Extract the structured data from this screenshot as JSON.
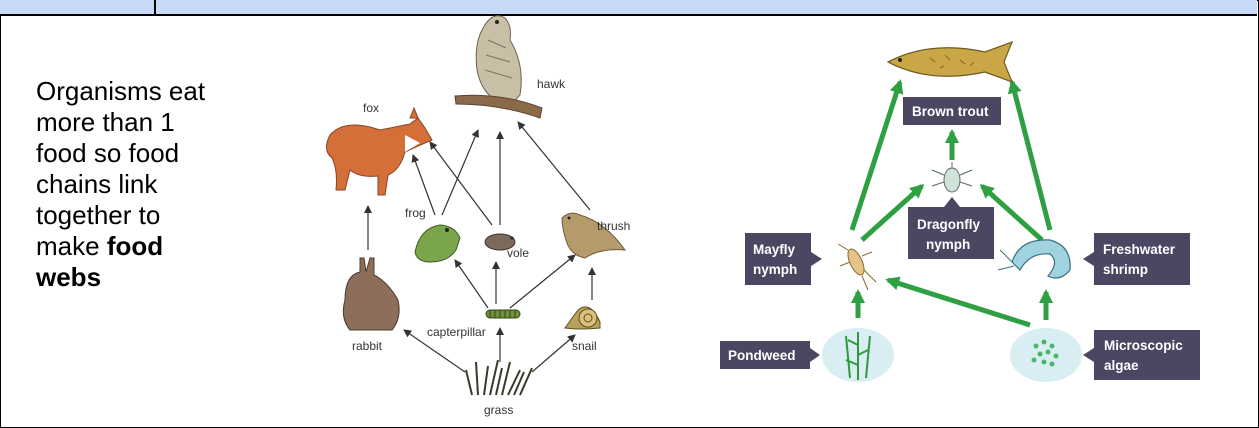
{
  "text": {
    "line1": "Organisms eat",
    "line2": "more than 1",
    "line3": "food so food",
    "line4": "chains link",
    "line5": "together to",
    "line6_prefix": "make ",
    "line6_bold": "food",
    "line7_bold": "webs"
  },
  "land_web": {
    "labels": {
      "hawk": "hawk",
      "fox": "fox",
      "frog": "frog",
      "vole": "vole",
      "thrush": "thrush",
      "rabbit": "rabbit",
      "caterpillar": "capterpillar",
      "snail": "snail",
      "grass": "grass"
    }
  },
  "pond_web": {
    "labels": {
      "brown_trout": "Brown trout",
      "dragonfly_1": "Dragonfly",
      "dragonfly_2": "nymph",
      "mayfly_1": "Mayfly",
      "mayfly_2": "nymph",
      "shrimp_1": "Freshwater",
      "shrimp_2": "shrimp",
      "pondweed": "Pondweed",
      "algae_1": "Microscopic",
      "algae_2": "algae"
    },
    "colors": {
      "arrow": "#2fa041",
      "label_box": "#4b4763"
    }
  }
}
